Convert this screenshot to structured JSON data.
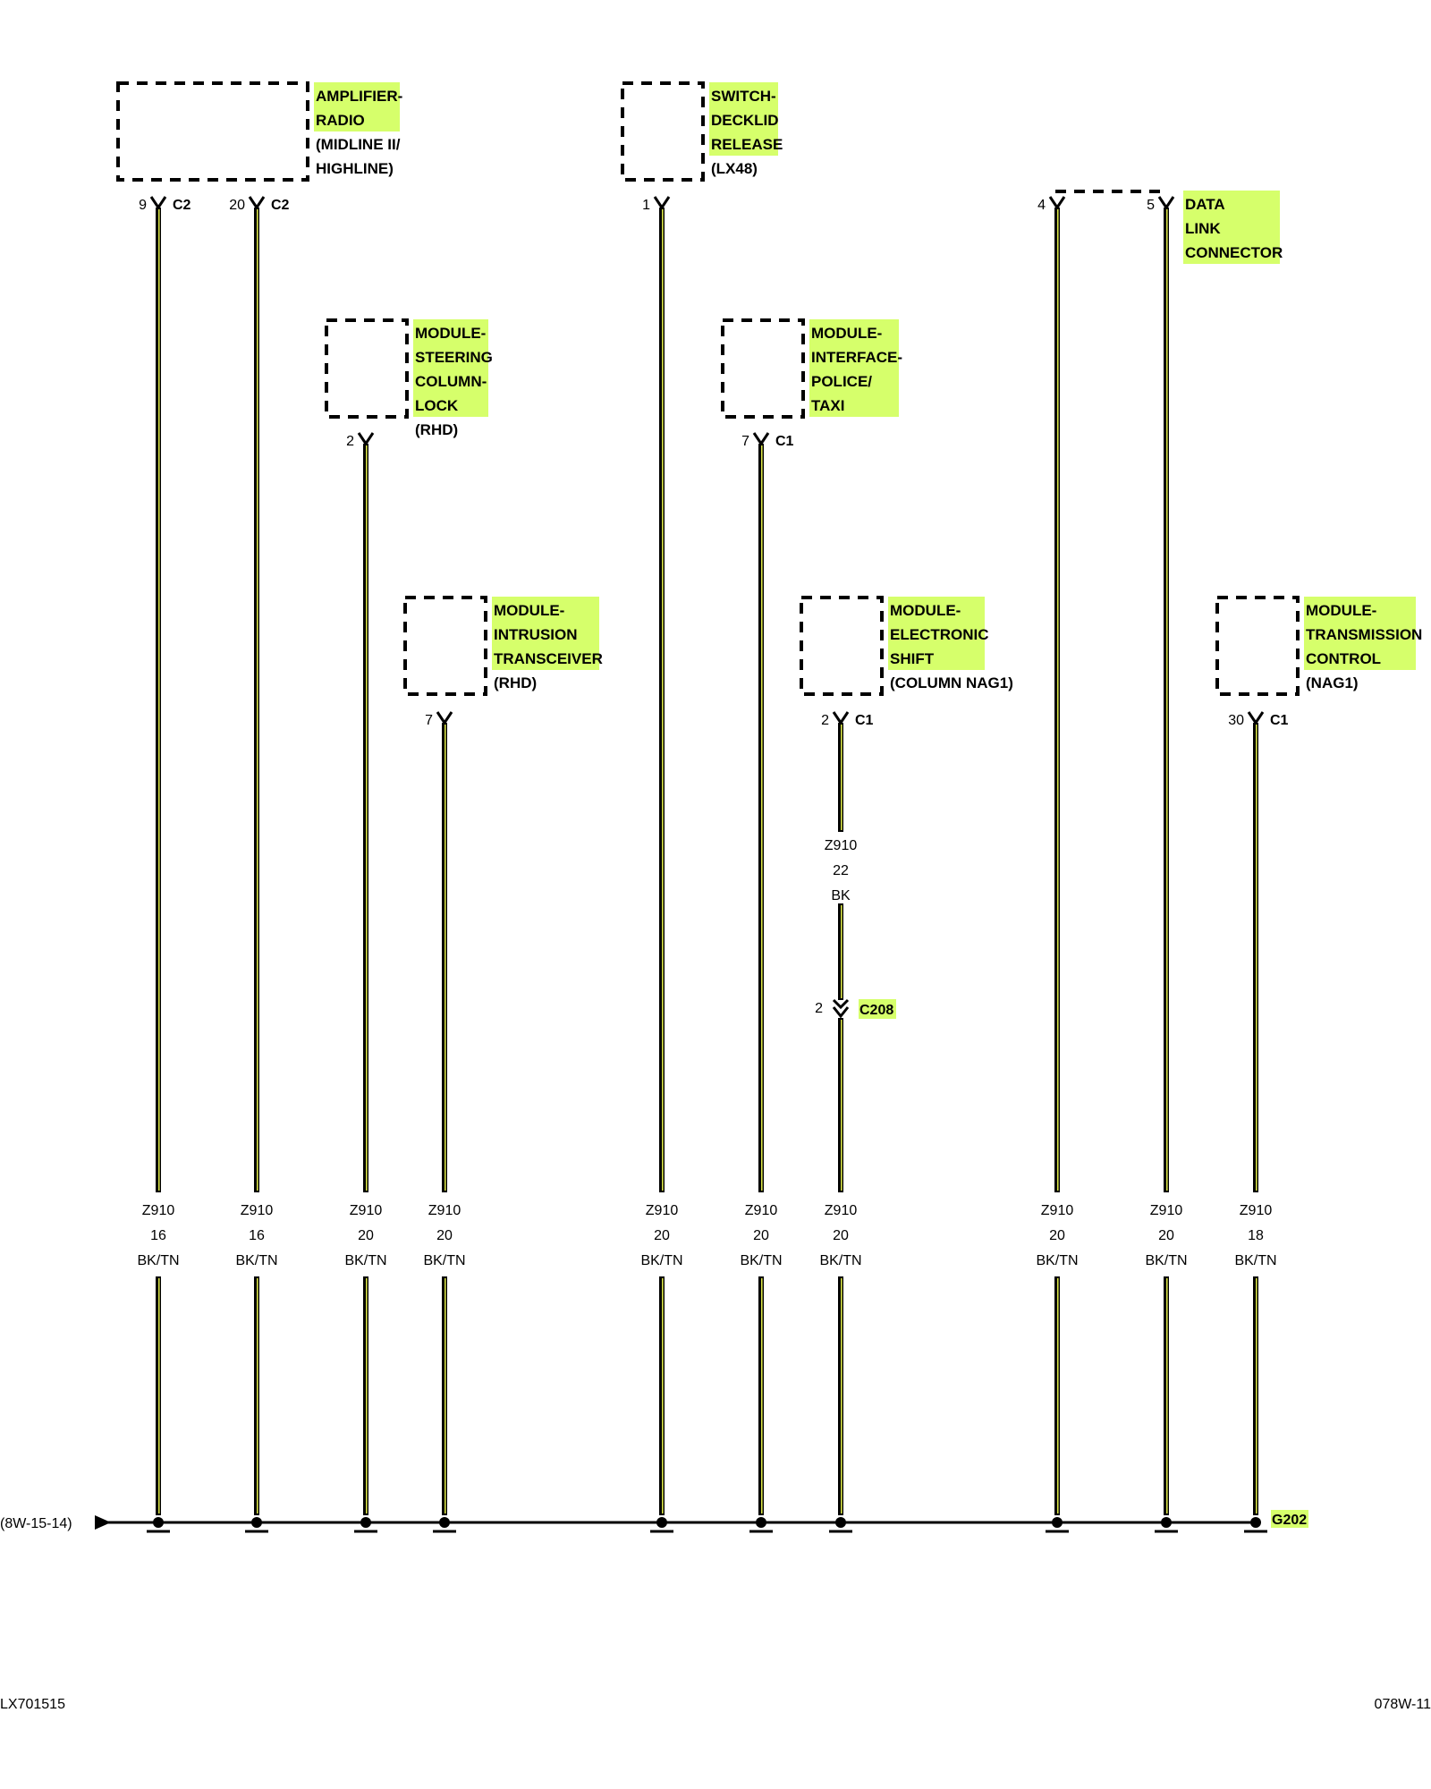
{
  "components": [
    {
      "id": "amplifier-radio",
      "label": [
        "AMPLIFIER-",
        "RADIO"
      ],
      "note": [
        "(MIDLINE II/",
        "HIGHLINE)"
      ]
    },
    {
      "id": "switch-decklid-release",
      "label": [
        "SWITCH-",
        "DECKLID",
        "RELEASE"
      ],
      "note": [
        "(LX48)"
      ]
    },
    {
      "id": "data-link-connector",
      "label": [
        "DATA",
        "LINK",
        "CONNECTOR"
      ],
      "note": []
    },
    {
      "id": "module-steering-column-lock",
      "label": [
        "MODULE-",
        "STEERING",
        "COLUMN-",
        "LOCK"
      ],
      "note": [
        "(RHD)"
      ]
    },
    {
      "id": "module-interface-police-taxi",
      "label": [
        "MODULE-",
        "INTERFACE-",
        "POLICE/",
        "TAXI"
      ],
      "note": []
    },
    {
      "id": "module-intrusion-transceiver",
      "label": [
        "MODULE-",
        "INTRUSION",
        "TRANSCEIVER"
      ],
      "note": [
        "(RHD)"
      ]
    },
    {
      "id": "module-electronic-shift",
      "label": [
        "MODULE-",
        "ELECTRONIC",
        "SHIFT"
      ],
      "note": [
        "(COLUMN NAG1)"
      ]
    },
    {
      "id": "module-transmission-control",
      "label": [
        "MODULE-",
        "TRANSMISSION",
        "CONTROL"
      ],
      "note": [
        "(NAG1)"
      ]
    }
  ],
  "wires": [
    {
      "id": "w1",
      "pin": "9",
      "connector": "C2",
      "circuit": "Z910",
      "gauge": "16",
      "color": "BK/TN"
    },
    {
      "id": "w2",
      "pin": "20",
      "connector": "C2",
      "circuit": "Z910",
      "gauge": "16",
      "color": "BK/TN"
    },
    {
      "id": "w3",
      "pin": "2",
      "connector": "",
      "circuit": "Z910",
      "gauge": "20",
      "color": "BK/TN"
    },
    {
      "id": "w4",
      "pin": "7",
      "connector": "",
      "circuit": "Z910",
      "gauge": "20",
      "color": "BK/TN"
    },
    {
      "id": "w5",
      "pin": "1",
      "connector": "",
      "circuit": "Z910",
      "gauge": "20",
      "color": "BK/TN"
    },
    {
      "id": "w6",
      "pin": "7",
      "connector": "C1",
      "circuit": "Z910",
      "gauge": "20",
      "color": "BK/TN"
    },
    {
      "id": "w7",
      "pin": "2",
      "connector": "C1",
      "circuit": "Z910",
      "gauge": "20",
      "color": "BK/TN",
      "segment": {
        "circuit": "Z910",
        "gauge": "22",
        "color": "BK"
      },
      "inline": {
        "pin": "2",
        "connector": "C208"
      }
    },
    {
      "id": "w8",
      "pin": "4",
      "connector": "",
      "circuit": "Z910",
      "gauge": "20",
      "color": "BK/TN"
    },
    {
      "id": "w9",
      "pin": "5",
      "connector": "",
      "circuit": "Z910",
      "gauge": "20",
      "color": "BK/TN"
    },
    {
      "id": "w10",
      "pin": "30",
      "connector": "C1",
      "circuit": "Z910",
      "gauge": "18",
      "color": "BK/TN"
    }
  ],
  "ground": {
    "label": "G202",
    "ref": "(8W-15-14)"
  },
  "footer": {
    "left": "LX701515",
    "right": "078W-11"
  },
  "colors": {
    "highlight": "#d6ff6b",
    "wire": "#000000",
    "wire_tracer": "#f4ff50"
  }
}
